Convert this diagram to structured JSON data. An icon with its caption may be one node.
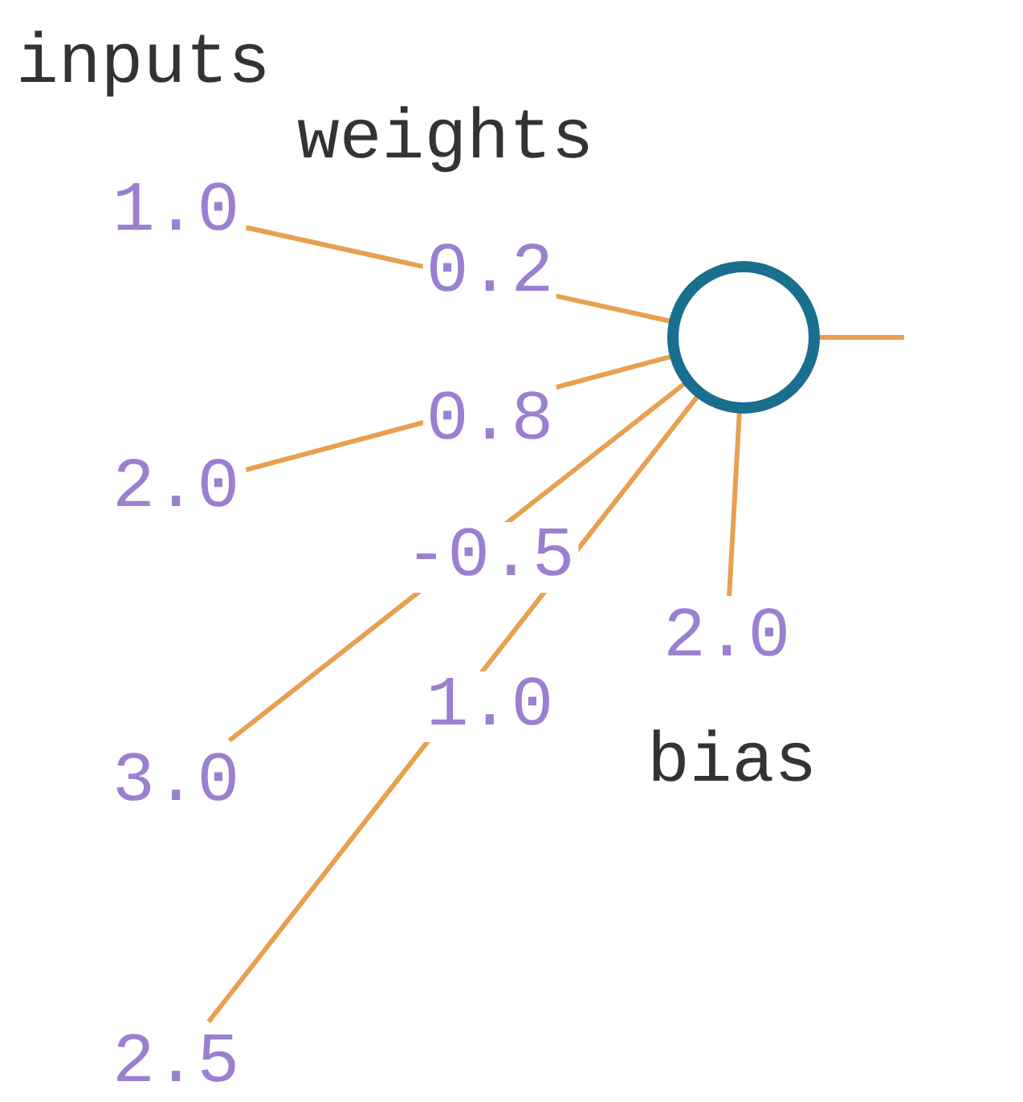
{
  "diagram": {
    "nodes": [
      {
        "text": [
          "1.0"
        ]
      },
      {
        "text": [
          "2.0"
        ]
      },
      {
        "text": [
          "3.0"
        ]
      },
      {
        "text": [
          "2.5"
        ]
      },
      {
        "text": [],
        "shape": "circle"
      },
      {
        "text": [
          "2.0"
        ],
        "beside": [
          "bias"
        ]
      }
    ],
    "edges": [
      {
        "from": 0,
        "to": 4,
        "arrow": "none",
        "label": "0.2"
      },
      {
        "from": 1,
        "to": 4,
        "arrow": "none",
        "label": "0.8"
      },
      {
        "from": 2,
        "to": 4,
        "arrow": "none",
        "label": "-0.5"
      },
      {
        "from": 3,
        "to": 4,
        "arrow": "none",
        "label": "1.0"
      },
      {
        "from": 5,
        "to": 4,
        "arrow": "none"
      },
      {
        "from": 4,
        "to": null,
        "arrow": "none"
      }
    ],
    "labels": [
      "inputs",
      "weights"
    ]
  }
}
